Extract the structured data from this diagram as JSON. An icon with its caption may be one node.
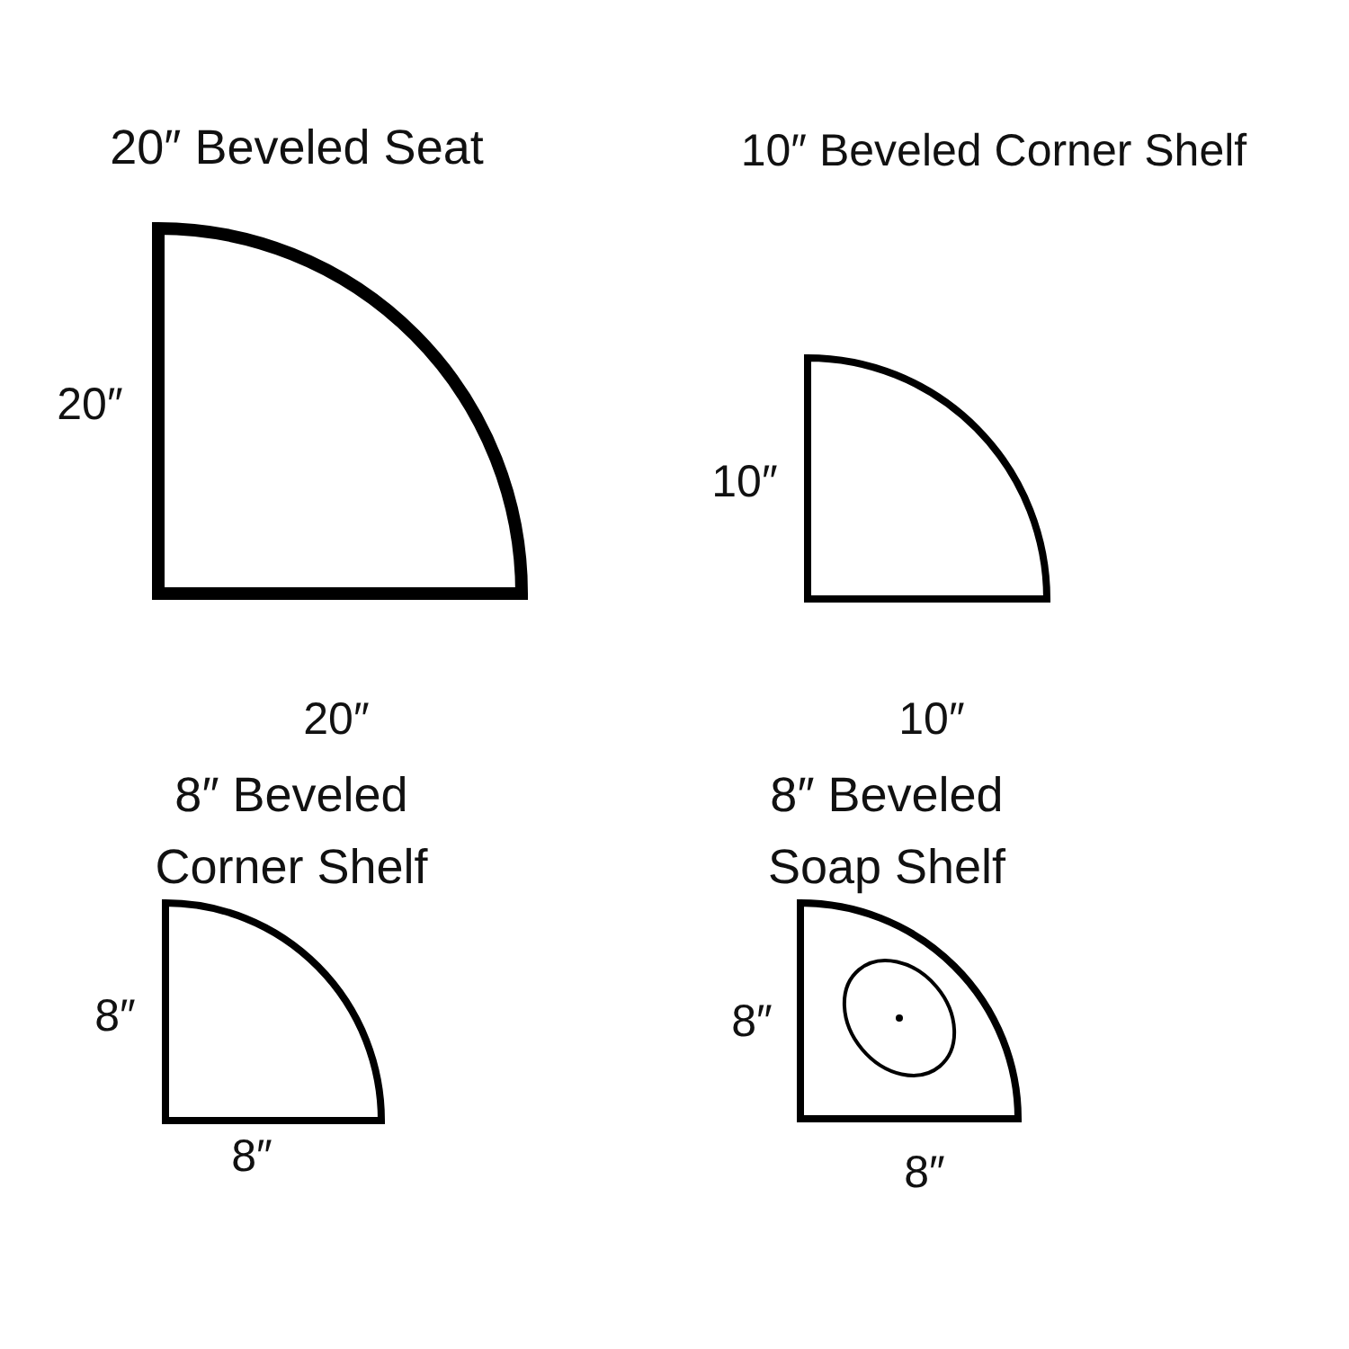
{
  "diagram": {
    "nodes": [
      {
        "text": [
          "20″ Beveled Seat"
        ]
      },
      {
        "text": [
          "10″ Beveled Corner Shelf"
        ]
      },
      {
        "text": [
          "8″ Beveled Corner Shelf"
        ]
      },
      {
        "text": [
          "8″ Beveled Soap Shelf"
        ]
      }
    ],
    "labels": [
      "20″",
      "10″",
      "20″",
      "10″",
      "8″",
      "8″",
      "8″",
      "8″"
    ]
  }
}
